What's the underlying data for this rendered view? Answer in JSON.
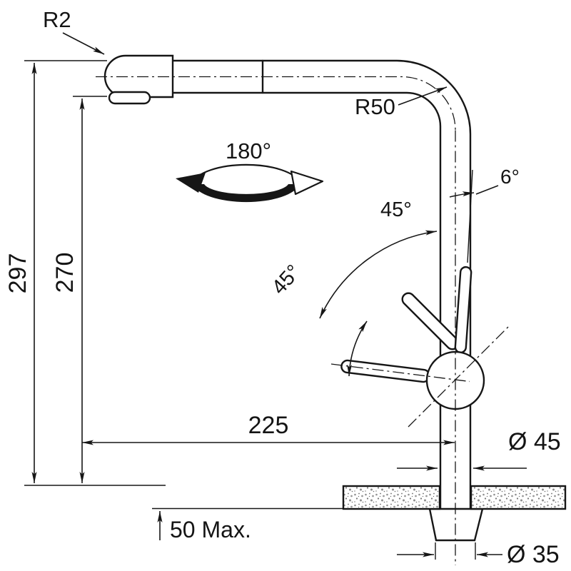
{
  "colors": {
    "ink": "#161616",
    "paper": "#ffffff"
  },
  "labels": {
    "spout_edge_radius": "R2",
    "bend_radius": "R50",
    "swivel_angle": "180°",
    "handle_tilt": "6°",
    "handle_arc_upper": "45°",
    "handle_arc_lower": "45°",
    "total_height": "297",
    "spout_height": "270",
    "spout_reach": "225",
    "base_diameter": "Ø 45",
    "max_counter_thickness": "50 Max.",
    "hole_diameter": "Ø 35"
  }
}
